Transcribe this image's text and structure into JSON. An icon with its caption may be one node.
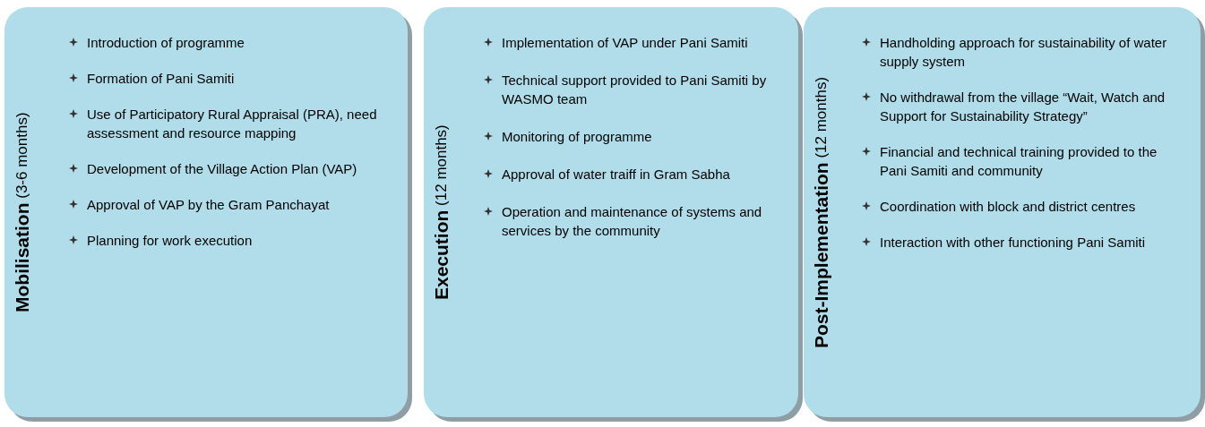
{
  "diagram": {
    "nodes": [
      {
        "text": [
          "**Mobilisation** (3-6 months)",
          "Introduction of programme",
          "Formation of Pani Samiti",
          "Use of Participatory Rural Appraisal (PRA), need assessment and resource mapping",
          "Development of the Village Action Plan (VAP)",
          "Approval of VAP by the Gram Panchayat",
          "Planning for work execution"
        ]
      },
      {
        "text": [
          "**Execution** (12 months)",
          "Implementation of VAP under Pani Samiti",
          "Technical support provided to Pani Samiti by WASMO team",
          "Monitoring of programme",
          "Approval of water traiff in Gram Sabha",
          "Operation and maintenance of systems and services by the community"
        ]
      },
      {
        "text": [
          "**Post-Implementation** (12 months)",
          "Handholding approach for sustainability of water supply system",
          "No withdrawal from the village “Wait, Watch and Support for Sustainability Strategy”",
          "Financial and technical training provided to the Pani Samiti and community",
          "Coordination with block and district centres",
          "Interaction with other functioning Pani Samiti"
        ]
      }
    ]
  }
}
